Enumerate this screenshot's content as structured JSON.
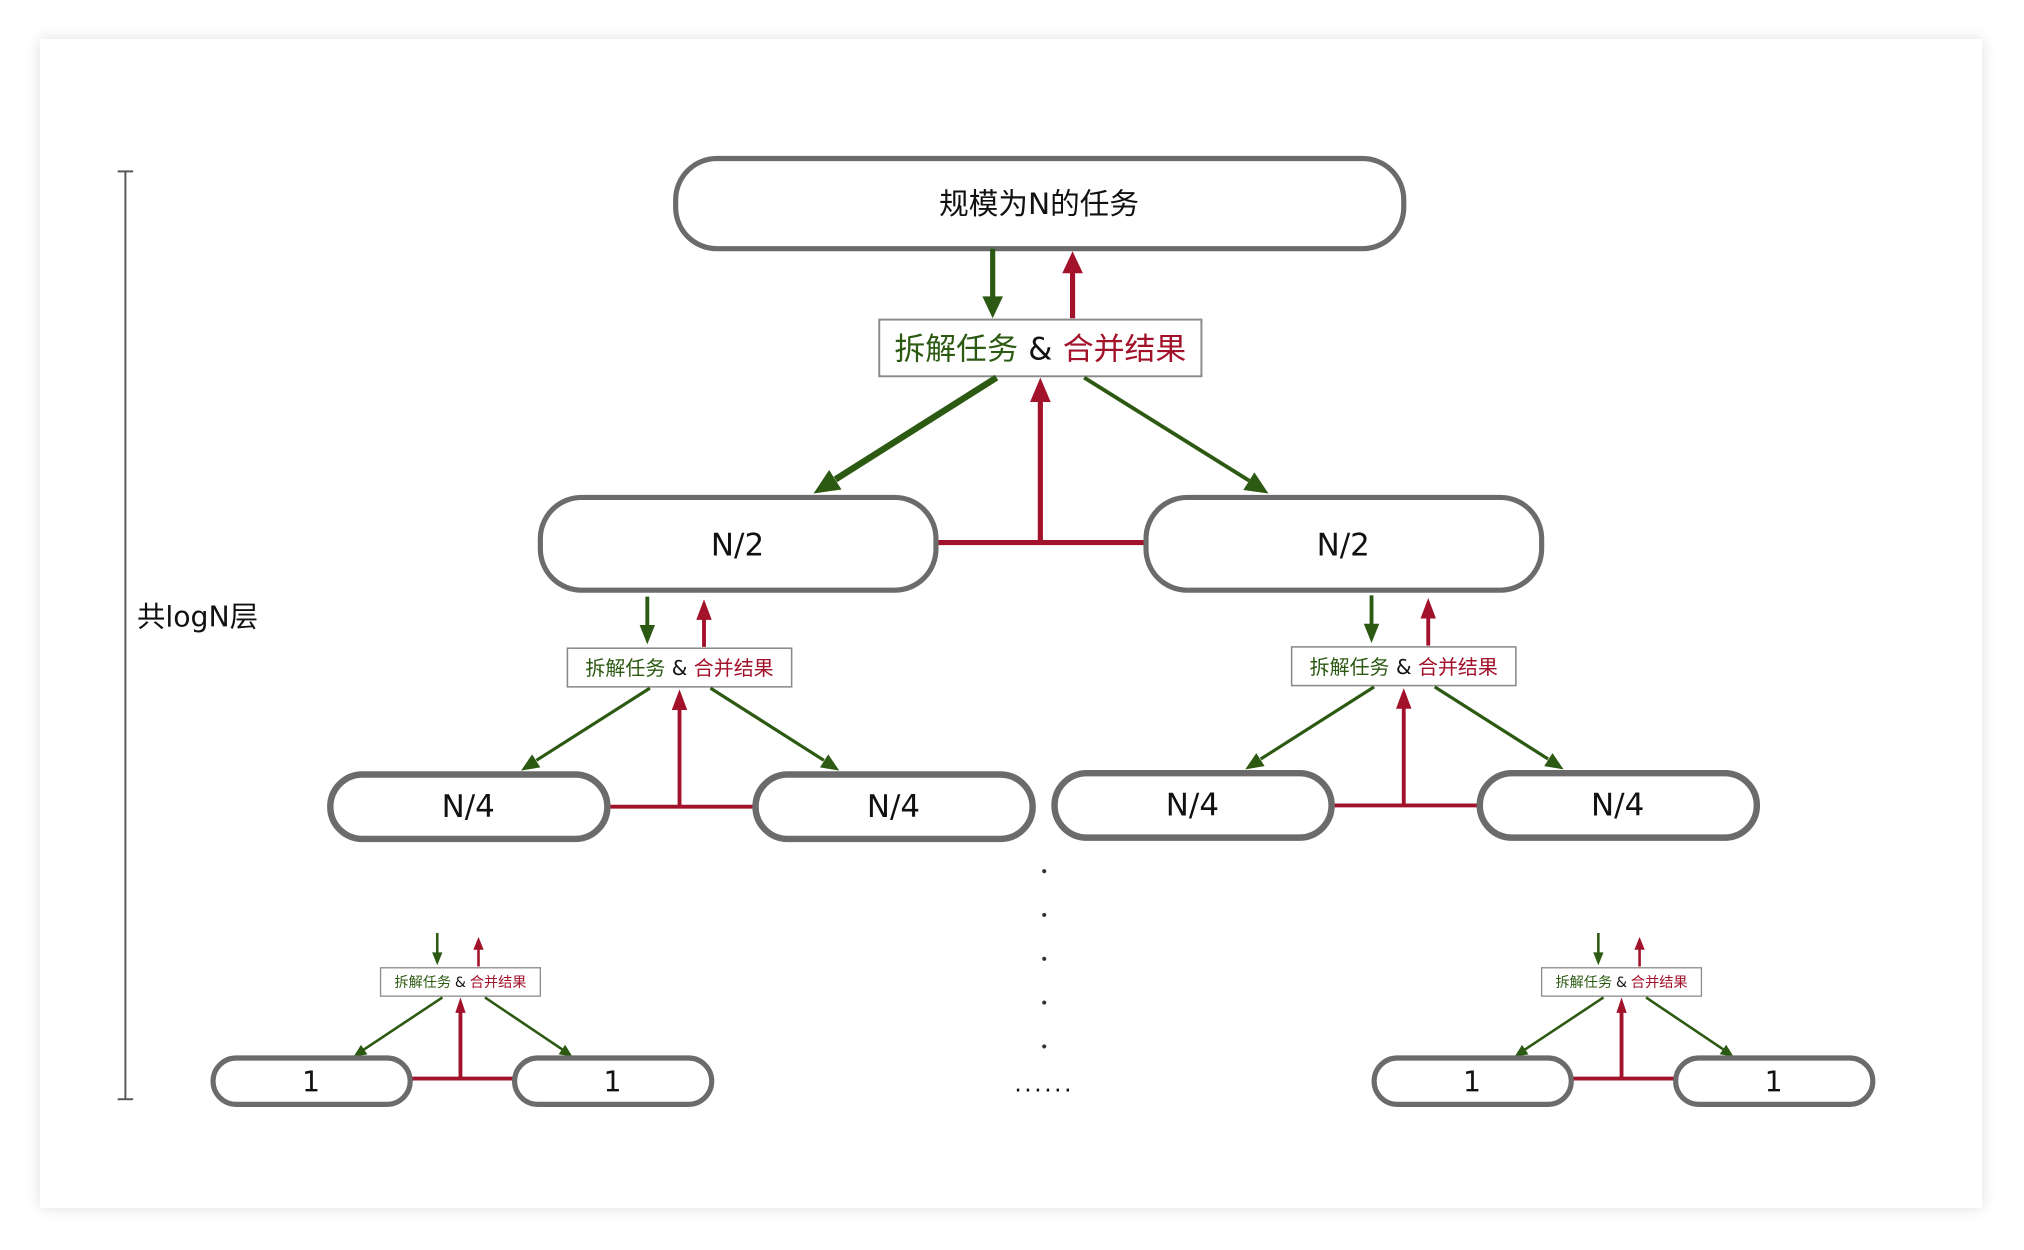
{
  "diagram": {
    "depth_label": "共logN层",
    "root": "规模为N的任务",
    "operation": {
      "split": "拆解任务",
      "joiner": "&",
      "merge": "合并结果"
    },
    "level_half": [
      "N/2",
      "N/2"
    ],
    "level_quarter": [
      "N/4",
      "N/4",
      "N/4",
      "N/4"
    ],
    "level_leaf": [
      "1",
      "1",
      "1",
      "1"
    ],
    "omitted": "......"
  },
  "colors": {
    "split": "#2c5a12",
    "merge": "#a3122b",
    "node_border": "#6b6b6b",
    "text": "#111111"
  }
}
